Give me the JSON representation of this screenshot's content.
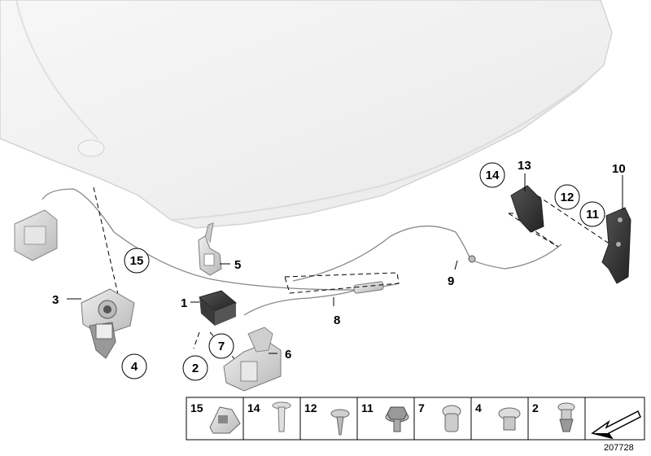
{
  "callouts": {
    "c1": "1",
    "c2": "2",
    "c3": "3",
    "c4": "4",
    "c5": "5",
    "c6": "6",
    "c7": "7",
    "c8": "8",
    "c9": "9",
    "c10": "10",
    "c11": "11",
    "c12": "12",
    "c13": "13",
    "c14": "14",
    "c15": "15"
  },
  "parts_strip": {
    "cells": [
      {
        "label": "15",
        "icon": "clip-icon"
      },
      {
        "label": "14",
        "icon": "expansion-rivet-icon"
      },
      {
        "label": "12",
        "icon": "sheet-metal-screw-icon"
      },
      {
        "label": "11",
        "icon": "hex-screw-with-washer-icon"
      },
      {
        "label": "7",
        "icon": "torx-screw-icon"
      },
      {
        "label": "4",
        "icon": "hex-bolt-icon"
      },
      {
        "label": "2",
        "icon": "rivet-nut-icon"
      },
      {
        "label": "",
        "icon": "direction-arrow-icon"
      }
    ]
  },
  "diagram_code": "207728",
  "colors": {
    "part_fill": "#d9d9d9",
    "part_stroke": "#8a8a8a",
    "hood_fill": "#f2f2f2",
    "line": "#000000"
  }
}
